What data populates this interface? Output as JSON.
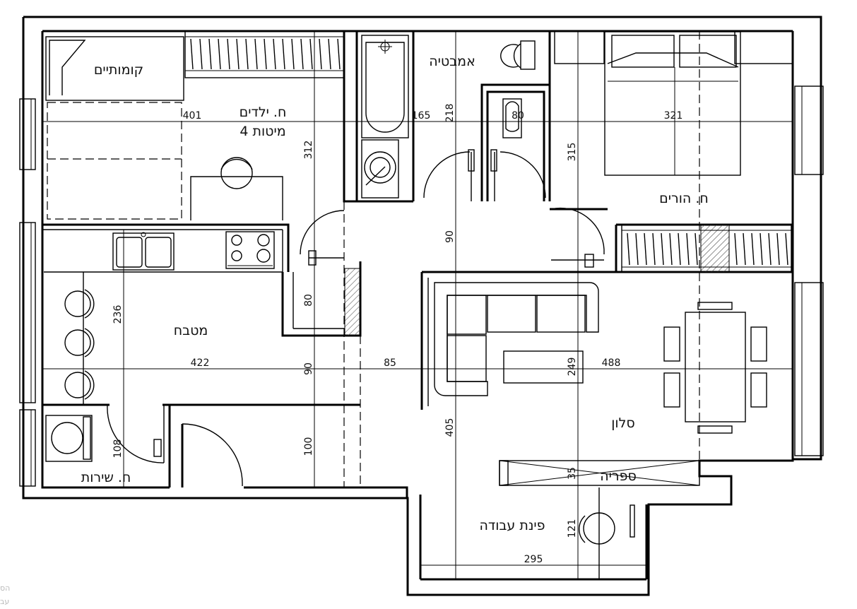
{
  "rooms": {
    "bunk_beds": "קומותיים",
    "kids_room": "ח. ילדים",
    "kids_beds": "4 מיטות",
    "bathtub": "אמבטיה",
    "parents_room": "ח. הורים",
    "kitchen": "מטבח",
    "living_room": "סלון",
    "service_room": "ח. שירות",
    "bookshelf": "ספריה",
    "work_corner": "פינת עבודה"
  },
  "dimensions": {
    "kids_width": "401",
    "bath_width": "165",
    "bath_height": "218",
    "wc_width": "80",
    "parents_width": "321",
    "kids_height": "312",
    "parents_height": "315",
    "hall_90_top": "90",
    "kitchen_height": "236",
    "closet_80": "80",
    "kitchen_width": "422",
    "hall_90_mid": "90",
    "hall_85": "85",
    "sofa_249": "249",
    "living_width": "488",
    "service_height": "108",
    "hall_100": "100",
    "living_height": "405",
    "shelf_35": "35",
    "work_height": "121",
    "work_width": "295"
  },
  "watermark": [
    "הס",
    "עב"
  ]
}
